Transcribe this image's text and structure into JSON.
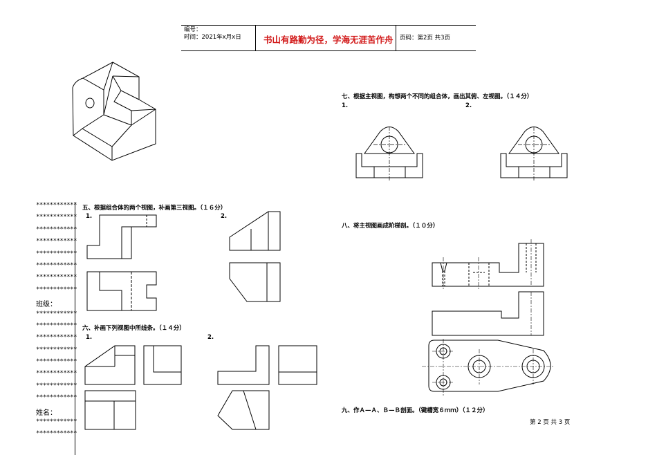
{
  "header": {
    "number_label": "编号：",
    "time_label": "时间：2021年x月x日",
    "motto": "书山有路勤为径，学海无涯苦作舟",
    "page_info": "页码：第2页 共3页"
  },
  "sidebar": {
    "stars": "************",
    "class_label": "班级：",
    "name_label": "姓名："
  },
  "questions": {
    "q5": {
      "title": "五、根据组合体的两个视图，补画第三视图。（１６分）",
      "sub1": "1.",
      "sub2": "2."
    },
    "q6": {
      "title": "六、补画下列视图中所线条。（１４分）",
      "sub1": "1.",
      "sub2": "2."
    },
    "q7": {
      "title": "七、根据主视图，构想两个不同的组合体，画出其俯、左视图。（１４分）",
      "sub1": "1.",
      "sub2": "2."
    },
    "q8": {
      "title": "八、将主视图画成阶梯剖。（１０分）"
    },
    "q9": {
      "title": "九、作Ａ—Ａ、Ｂ—Ｂ剖面。（键槽宽６ｍｍ）（１２分）"
    }
  },
  "footer": {
    "page_number": "第 2 页 共 3 页"
  }
}
